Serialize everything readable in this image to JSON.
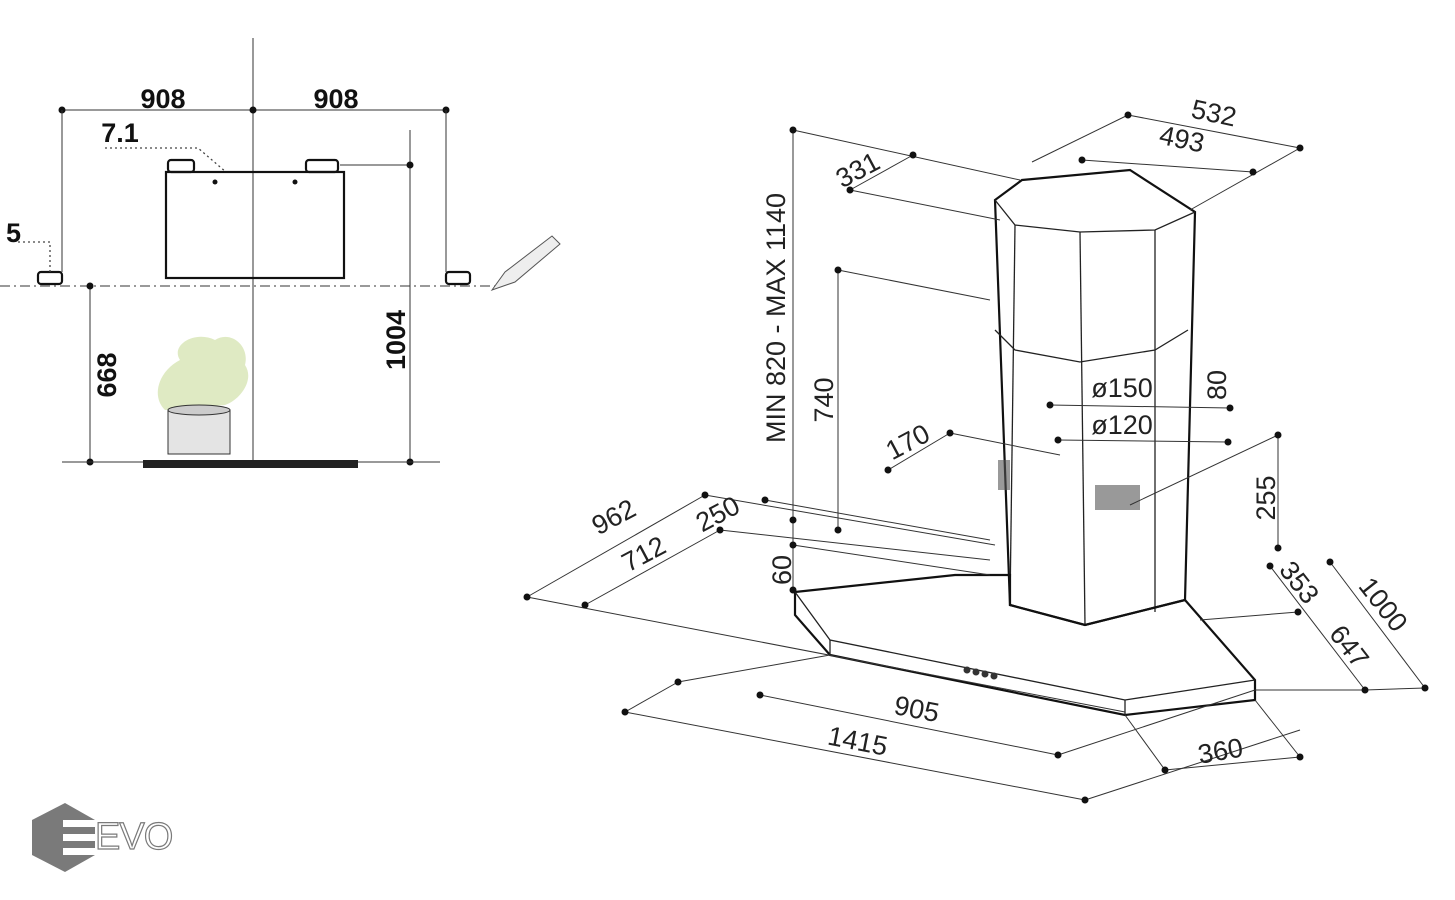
{
  "left_view": {
    "width_left": "908",
    "width_right": "908",
    "offset": "7.1",
    "partial_label": "5",
    "hob_to_hood": "668",
    "total_height": "1004"
  },
  "right_view": {
    "chimney_outer": "532",
    "chimney_inner": "493",
    "chimney_depth": "331",
    "chimney_range": "MIN 820 - MAX 1140",
    "chimney_lower": "740",
    "duct_outer": "ø150",
    "duct_inner": "ø120",
    "duct_offset": "80",
    "duct_from_wall": "170",
    "duct_height": "255",
    "depth_total": "962",
    "depth_canopy": "712",
    "depth_rear": "250",
    "canopy_height": "60",
    "side_353": "353",
    "side_1000": "1000",
    "side_647": "647",
    "front_905": "905",
    "width_1415": "1415",
    "side_360": "360"
  },
  "logo": {
    "text": "EVO",
    "color": "#7a7a7a"
  }
}
